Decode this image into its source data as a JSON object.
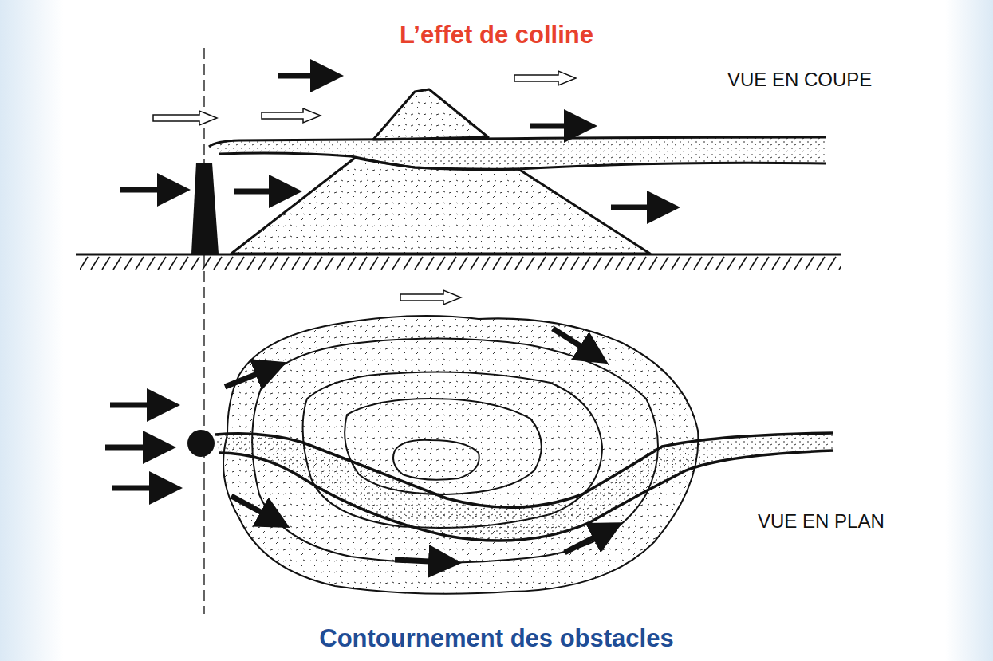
{
  "diagram": {
    "title": "L’effet de colline",
    "caption": "Contournement des obstacles",
    "labels": [
      "VUE EN COUPE",
      "VUE EN PLAN"
    ]
  }
}
